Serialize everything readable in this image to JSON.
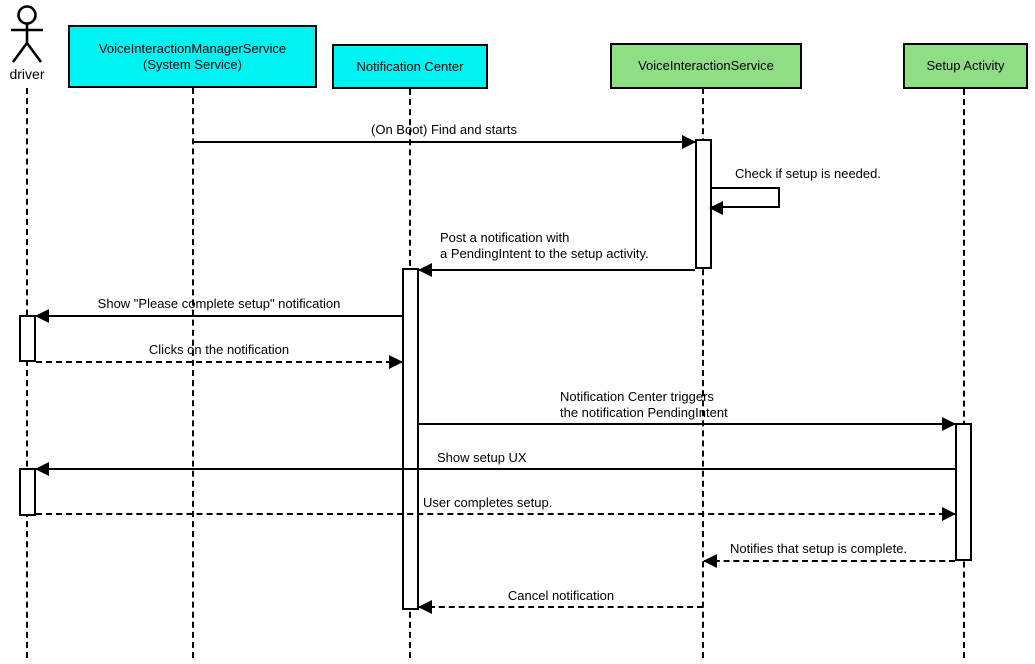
{
  "diagram_title": "Voice interaction setup sequence diagram",
  "colors": {
    "participant_cyan": "#00f2f2",
    "participant_green": "#8fde86",
    "line_black": "#000000"
  },
  "actor": {
    "name": "driver"
  },
  "participants": {
    "vims_line1": "VoiceInteractionManagerService",
    "vims_line2": "(System Service)",
    "notification_center": "Notification Center",
    "voice_interaction_service": "VoiceInteractionService",
    "setup_activity": "Setup Activity"
  },
  "messages": {
    "on_boot": "(On Boot) Find and starts",
    "check_setup": "Check if setup is needed.",
    "post_notification_line1": "Post a notification with",
    "post_notification_line2": "a PendingIntent to the setup activity.",
    "show_notification": "Show \"Please complete setup\" notification",
    "clicks_notification": "Clicks on the notification",
    "nc_triggers_line1": "Notification Center triggers",
    "nc_triggers_line2": "the notification PendingIntent",
    "show_setup_ux": "Show setup UX",
    "user_completes": "User completes setup.",
    "notifies_complete": "Notifies that setup is complete.",
    "cancel_notification": "Cancel notification"
  }
}
